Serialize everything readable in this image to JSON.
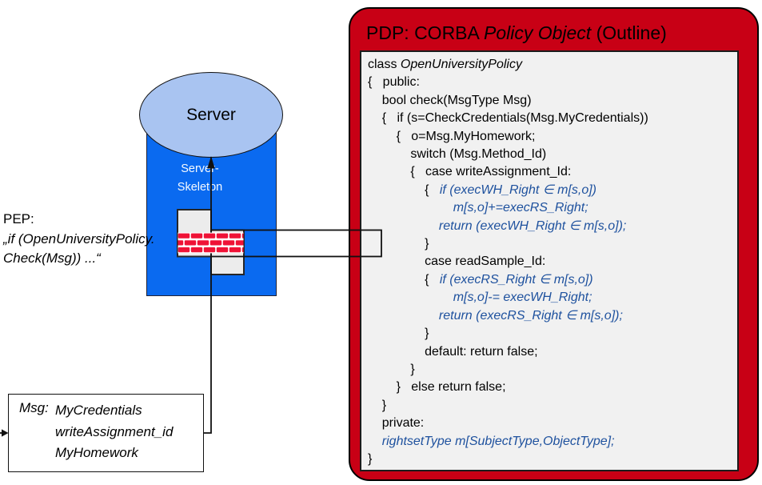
{
  "pep": {
    "title": "PEP:",
    "quote_lines": [
      "„if (OpenUniversityPolicy.",
      "Check(Msg)) ...“"
    ]
  },
  "server": {
    "label": "Server",
    "skeleton_lines": [
      "Server-",
      "Skeleton"
    ]
  },
  "msg_box": {
    "label": "Msg:",
    "items": [
      "MyCredentials",
      "writeAssignment_id",
      "MyHomework"
    ]
  },
  "pdp": {
    "title_segments": [
      {
        "t": "PDP: CORBA ",
        "s": "n"
      },
      {
        "t": "Policy Object",
        "s": "i"
      },
      {
        "t": " (Outline)",
        "s": "n"
      }
    ],
    "code_lines": [
      {
        "segments": [
          {
            "t": "class ",
            "s": "n"
          },
          {
            "t": "OpenUniversityPolicy",
            "s": "i"
          }
        ]
      },
      {
        "segments": [
          {
            "t": "{   public:",
            "s": "n"
          }
        ]
      },
      {
        "segments": [
          {
            "t": "    bool check(MsgType Msg)",
            "s": "n"
          }
        ]
      },
      {
        "segments": [
          {
            "t": "    {   if (s=CheckCredentials(Msg.MyCredentials))",
            "s": "n"
          }
        ]
      },
      {
        "segments": [
          {
            "t": "        {   o=Msg.MyHomework;",
            "s": "n"
          }
        ]
      },
      {
        "segments": [
          {
            "t": "            switch (Msg.Method_Id)",
            "s": "n"
          }
        ]
      },
      {
        "segments": [
          {
            "t": "            {   case writeAssignment_Id:",
            "s": "n"
          }
        ]
      },
      {
        "segments": [
          {
            "t": "                {   ",
            "s": "n"
          },
          {
            "t": "if (execWH_Right ∈ m[s,o])",
            "s": "bi"
          }
        ]
      },
      {
        "segments": [
          {
            "t": "                        ",
            "s": "n"
          },
          {
            "t": "m[s,o]+=execRS_Right;",
            "s": "bi"
          }
        ]
      },
      {
        "segments": [
          {
            "t": "                    ",
            "s": "n"
          },
          {
            "t": "return (execWH_Right ∈ m[s,o]);",
            "s": "bi"
          }
        ]
      },
      {
        "segments": [
          {
            "t": "                }",
            "s": "n"
          }
        ]
      },
      {
        "segments": [
          {
            "t": "                case readSample_Id:",
            "s": "n"
          }
        ]
      },
      {
        "segments": [
          {
            "t": "                {   ",
            "s": "n"
          },
          {
            "t": "if (execRS_Right ∈ m[s,o])",
            "s": "bi"
          }
        ]
      },
      {
        "segments": [
          {
            "t": "                        ",
            "s": "n"
          },
          {
            "t": "m[s,o]-= execWH_Right;",
            "s": "bi"
          }
        ]
      },
      {
        "segments": [
          {
            "t": "                    ",
            "s": "n"
          },
          {
            "t": "return (execRS_Right ∈ m[s,o]);",
            "s": "bi"
          }
        ]
      },
      {
        "segments": [
          {
            "t": "                }",
            "s": "n"
          }
        ]
      },
      {
        "segments": [
          {
            "t": "                default: return false;",
            "s": "n"
          }
        ]
      },
      {
        "segments": [
          {
            "t": "            }",
            "s": "n"
          }
        ]
      },
      {
        "segments": [
          {
            "t": "        }   else return false;",
            "s": "n"
          }
        ]
      },
      {
        "segments": [
          {
            "t": "    }",
            "s": "n"
          }
        ]
      },
      {
        "segments": [
          {
            "t": "    private:",
            "s": "n"
          }
        ]
      },
      {
        "segments": [
          {
            "t": "    ",
            "s": "n"
          },
          {
            "t": "rightsetType m[SubjectType,ObjectType];",
            "s": "bi"
          }
        ]
      },
      {
        "segments": [
          {
            "t": "}",
            "s": "n"
          }
        ]
      }
    ]
  },
  "colors": {
    "pdp_red": "#c80015",
    "code_blue": "#1e519e",
    "skeleton_blue": "#0a6af0",
    "ellipse_blue": "#a9c4f1",
    "brick_red": "#ef1236",
    "wall_gray": "#ececec",
    "code_bg_gray": "#f1f1f1"
  }
}
